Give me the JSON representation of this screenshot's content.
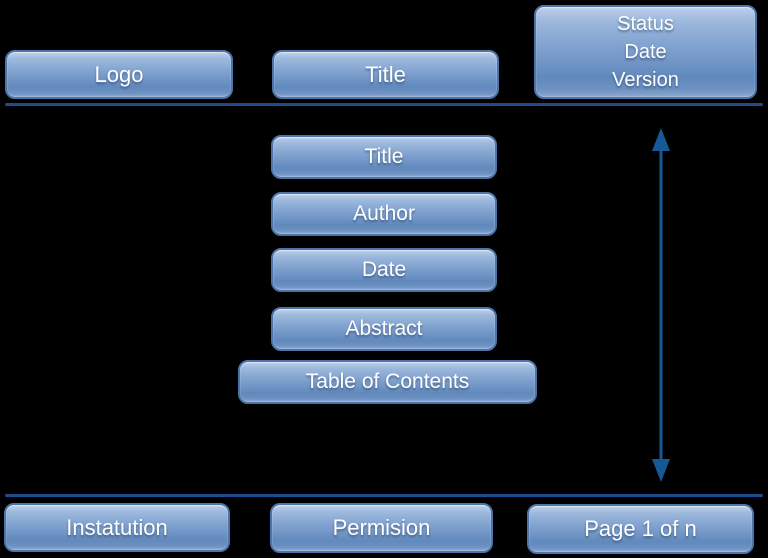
{
  "colors": {
    "background": "#000000",
    "separator_line": "#14578f",
    "arrow": "#155a96",
    "box_border": "#4c74a9",
    "box_fill_top": "#aac4e4",
    "box_fill_bottom": "#5d84b8",
    "box_text": "#ffffff"
  },
  "header": {
    "logo": "Logo",
    "title": "Title",
    "status_lines": [
      "Status",
      "Date",
      "Version"
    ]
  },
  "body": {
    "items": [
      "Title",
      "Author",
      "Date",
      "Abstract",
      "Table of Contents"
    ]
  },
  "footer": {
    "institution": "Instatution",
    "permission": "Permision",
    "page": "Page 1 of n"
  }
}
